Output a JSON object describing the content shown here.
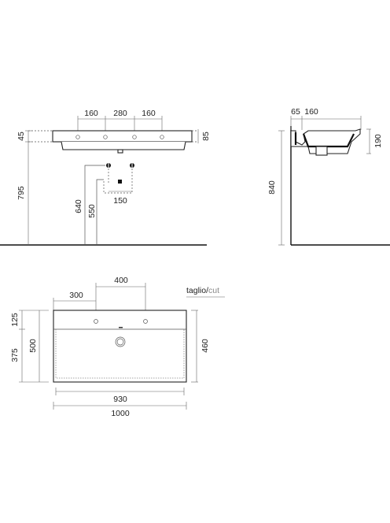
{
  "front_view": {
    "top_dims": [
      "160",
      "280",
      "160"
    ],
    "left_dims": [
      "45",
      "795"
    ],
    "right_dim": "85",
    "pipe_dims": [
      "640",
      "550"
    ],
    "drain_dim": "150"
  },
  "side_view": {
    "top_dims": [
      "65",
      "160"
    ],
    "height_dim": "840",
    "right_dim": "190"
  },
  "plan_view": {
    "top_dims": [
      "400",
      "300"
    ],
    "cut_label_a": "taglio/",
    "cut_label_b": "cut",
    "left_dims": [
      "125",
      "375",
      "500"
    ],
    "right_dim": "460",
    "bottom_dims": [
      "930",
      "1000"
    ]
  },
  "colors": {
    "line": "#222222",
    "cut": "#8a8a8a"
  }
}
